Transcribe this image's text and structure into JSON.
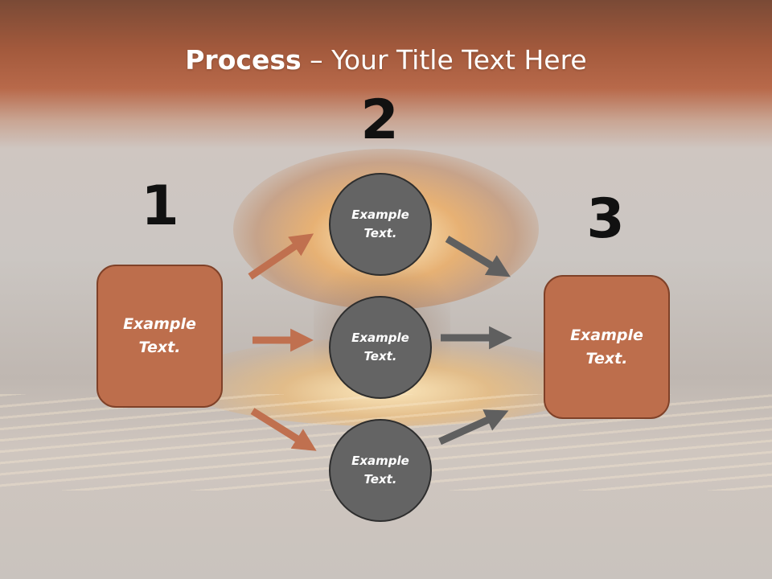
{
  "title": {
    "bold": "Process",
    "rest": " – Your Title Text Here"
  },
  "step_numbers": [
    "1",
    "2",
    "3"
  ],
  "left_box": {
    "text_line1": "Example",
    "text_line2": "Text."
  },
  "right_box": {
    "text_line1": "Example",
    "text_line2": "Text."
  },
  "circles": [
    {
      "text_line1": "Example",
      "text_line2": "Text."
    },
    {
      "text_line1": "Example",
      "text_line2": "Text."
    },
    {
      "text_line1": "Example",
      "text_line2": "Text."
    }
  ],
  "colors": {
    "box_fill": "#bd6e4c",
    "box_border": "#7f4128",
    "circle_fill": "#646464",
    "circle_border": "#2e2e2e",
    "arrow_orange": "#c0704f",
    "arrow_gray": "#5f5f5f",
    "number_color": "#111111",
    "title_color": "#ffffff"
  }
}
